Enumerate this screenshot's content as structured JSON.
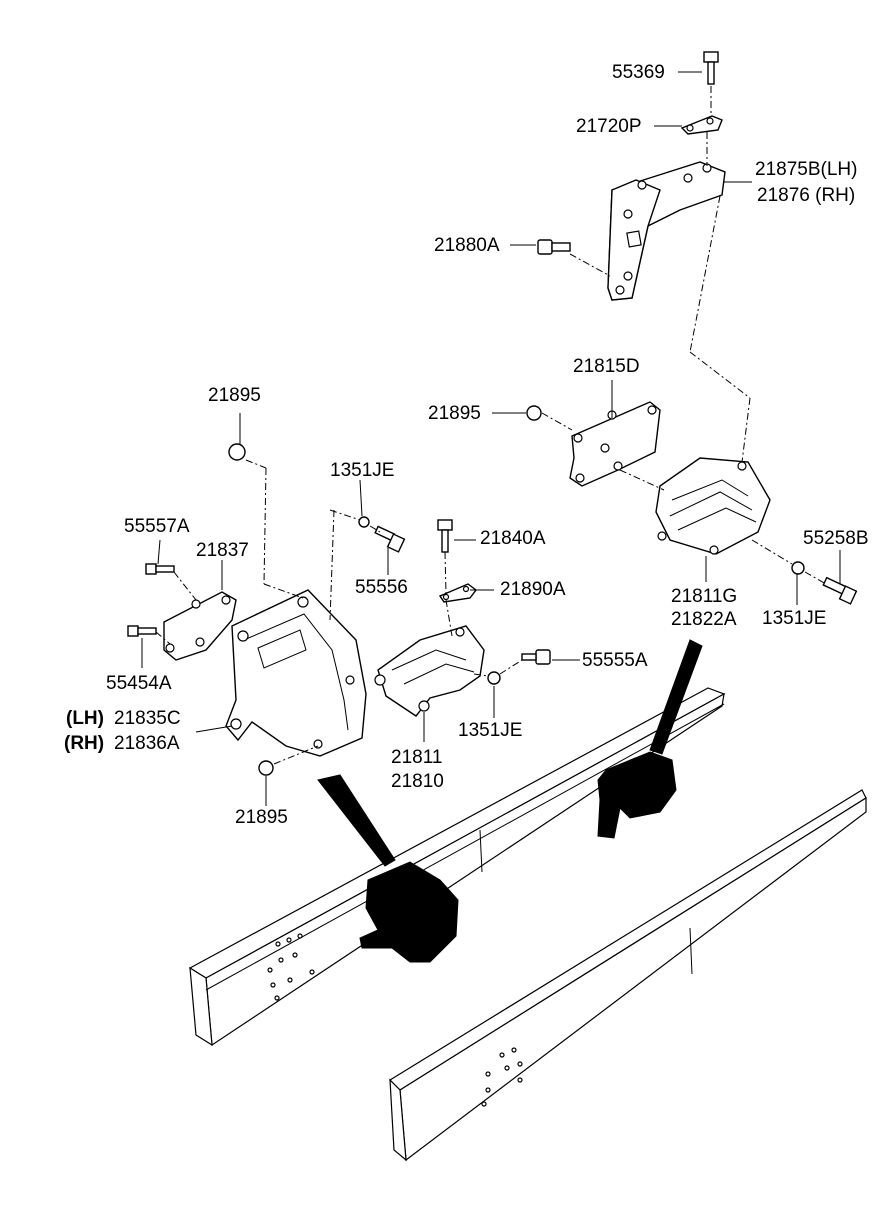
{
  "diagram": {
    "labels": [
      {
        "id": "55369",
        "text": "55369"
      },
      {
        "id": "21720P",
        "text": "21720P"
      },
      {
        "id": "21875B",
        "text": "21875B(LH)"
      },
      {
        "id": "21876",
        "text": "21876 (RH)"
      },
      {
        "id": "21880A",
        "text": "21880A"
      },
      {
        "id": "21815D",
        "text": "21815D"
      },
      {
        "id": "21895_top",
        "text": "21895"
      },
      {
        "id": "21895_left",
        "text": "21895"
      },
      {
        "id": "1351JE_a",
        "text": "1351JE"
      },
      {
        "id": "55258B",
        "text": "55258B"
      },
      {
        "id": "21811G",
        "text": "21811G"
      },
      {
        "id": "21822A",
        "text": "21822A"
      },
      {
        "id": "1351JE_b",
        "text": "1351JE"
      },
      {
        "id": "55557A",
        "text": "55557A"
      },
      {
        "id": "21837",
        "text": "21837"
      },
      {
        "id": "21840A",
        "text": "21840A"
      },
      {
        "id": "55556",
        "text": "55556"
      },
      {
        "id": "21890A",
        "text": "21890A"
      },
      {
        "id": "55454A",
        "text": "55454A"
      },
      {
        "id": "55555A",
        "text": "55555A"
      },
      {
        "id": "21835C",
        "text": "21835C"
      },
      {
        "id": "21836A",
        "text": "21836A"
      },
      {
        "id": "lh_tag",
        "text": "(LH)"
      },
      {
        "id": "rh_tag",
        "text": "(RH)"
      },
      {
        "id": "1351JE_c",
        "text": "1351JE"
      },
      {
        "id": "21811",
        "text": "21811"
      },
      {
        "id": "21810",
        "text": "21810"
      },
      {
        "id": "21895_bottom",
        "text": "21895"
      }
    ]
  }
}
